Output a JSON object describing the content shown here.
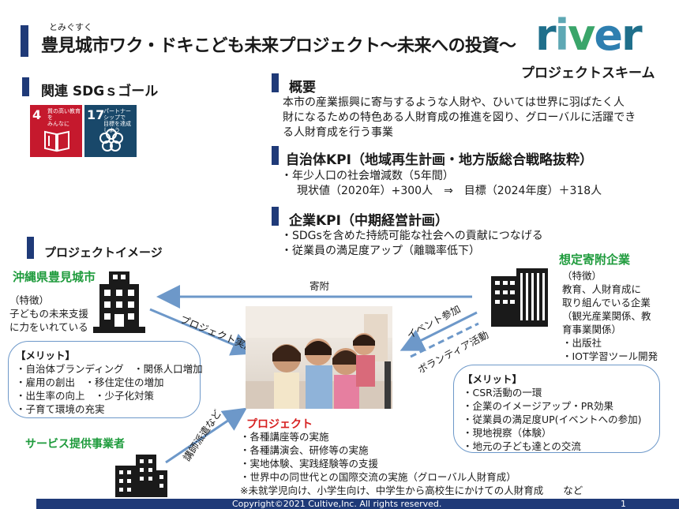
{
  "header": {
    "ruby": "とみぐすく",
    "title": "豊見城市ワク・ドキこども未来プロジェクト～未来への投資～",
    "logo": {
      "r": "r",
      "i": "i",
      "v": "v",
      "e": "e",
      "r2": "r"
    },
    "scheme_label": "プロジェクトスキーム"
  },
  "sdgs": {
    "heading": "関連 SDGｓゴール",
    "goals": [
      {
        "number": "4",
        "text": "質の高い教育を\nみんなに",
        "color": "#c5192d",
        "icon": "book-icon"
      },
      {
        "number": "17",
        "text": "パートナーシップで\n目標を達成しよう",
        "color": "#19486a",
        "icon": "flower-icon"
      }
    ]
  },
  "overview": {
    "heading": "概要",
    "lines": [
      "本市の産業振興に寄与するような人財や、ひいては世界に羽ばたく人",
      "財になるための特色ある人財育成の推進を図り、グローバルに活躍でき",
      "る人財育成を行う事業"
    ]
  },
  "gov_kpi": {
    "heading": "自治体KPI（地域再生計画・地方版総合戦略抜粋）",
    "line1": "・年少人口の社会増減数（5年間）",
    "line2": "現状値（2020年）+300人　⇒　目標（2024年度）＋318人"
  },
  "corp_kpi": {
    "heading": "企業KPI（中期経営計画）",
    "lines": [
      "・SDGsを含めた持続可能な社会への貢献につなげる",
      "・従業員の満足度アップ（離職率低下）"
    ]
  },
  "image_section": {
    "heading": "プロジェクトイメージ"
  },
  "city": {
    "name": "沖縄県豊見城市",
    "feature_lines": [
      "（特徴）",
      "子どもの未来支援",
      "に力をいれている"
    ],
    "merit_title": "【メリット】",
    "merit_lines": [
      "・自治体ブランディング　・関係人口増加",
      "・雇用の創出　・移住定住の増加",
      "・出生率の向上　・少子化対策",
      "・子育て環境の充実"
    ]
  },
  "donor": {
    "name": "想定寄附企業",
    "feature_lines": [
      "（特徴）",
      "教育、人財育成に",
      "取り組んでいる企業",
      "（観光産業関係、教",
      "育事業関係）",
      "・出版社",
      "・IOT学習ツール開発"
    ],
    "merit_title": "【メリット】",
    "merit_lines": [
      "・CSR活動の一環",
      "・企業のイメージアップ・PR効果",
      "・従業員の満足度UP(イベントへの参加)",
      "・現地視察（体験）",
      "・地元の子ども達との交流"
    ]
  },
  "arrows": {
    "donation": "寄附",
    "implementation": "プロジェクト実施",
    "event": "イベント参加",
    "volunteer": "ボランティア活動",
    "dispatch": "講師派遣など"
  },
  "provider": {
    "name": "サービス提供事業者"
  },
  "project": {
    "title": "プロジェクト",
    "lines": [
      "・各種講座等の実施",
      "・各種講演会、研修等の実施",
      "・実地体験、実践経験等の支援",
      "・世界中の同世代との国際交流の実施（グローバル人財育成）",
      "※未就学児向け、小学生向け、中学生から高校生にかけての人財育成　　など"
    ]
  },
  "footer": {
    "copyright": "Copyright©2021 Cultive,Inc. All rights reserved.",
    "page": "1"
  },
  "colors": {
    "navy": "#1f3a78",
    "green": "#1e9b3c",
    "red": "#d62020",
    "arrow_blue": "#6d98c9"
  }
}
